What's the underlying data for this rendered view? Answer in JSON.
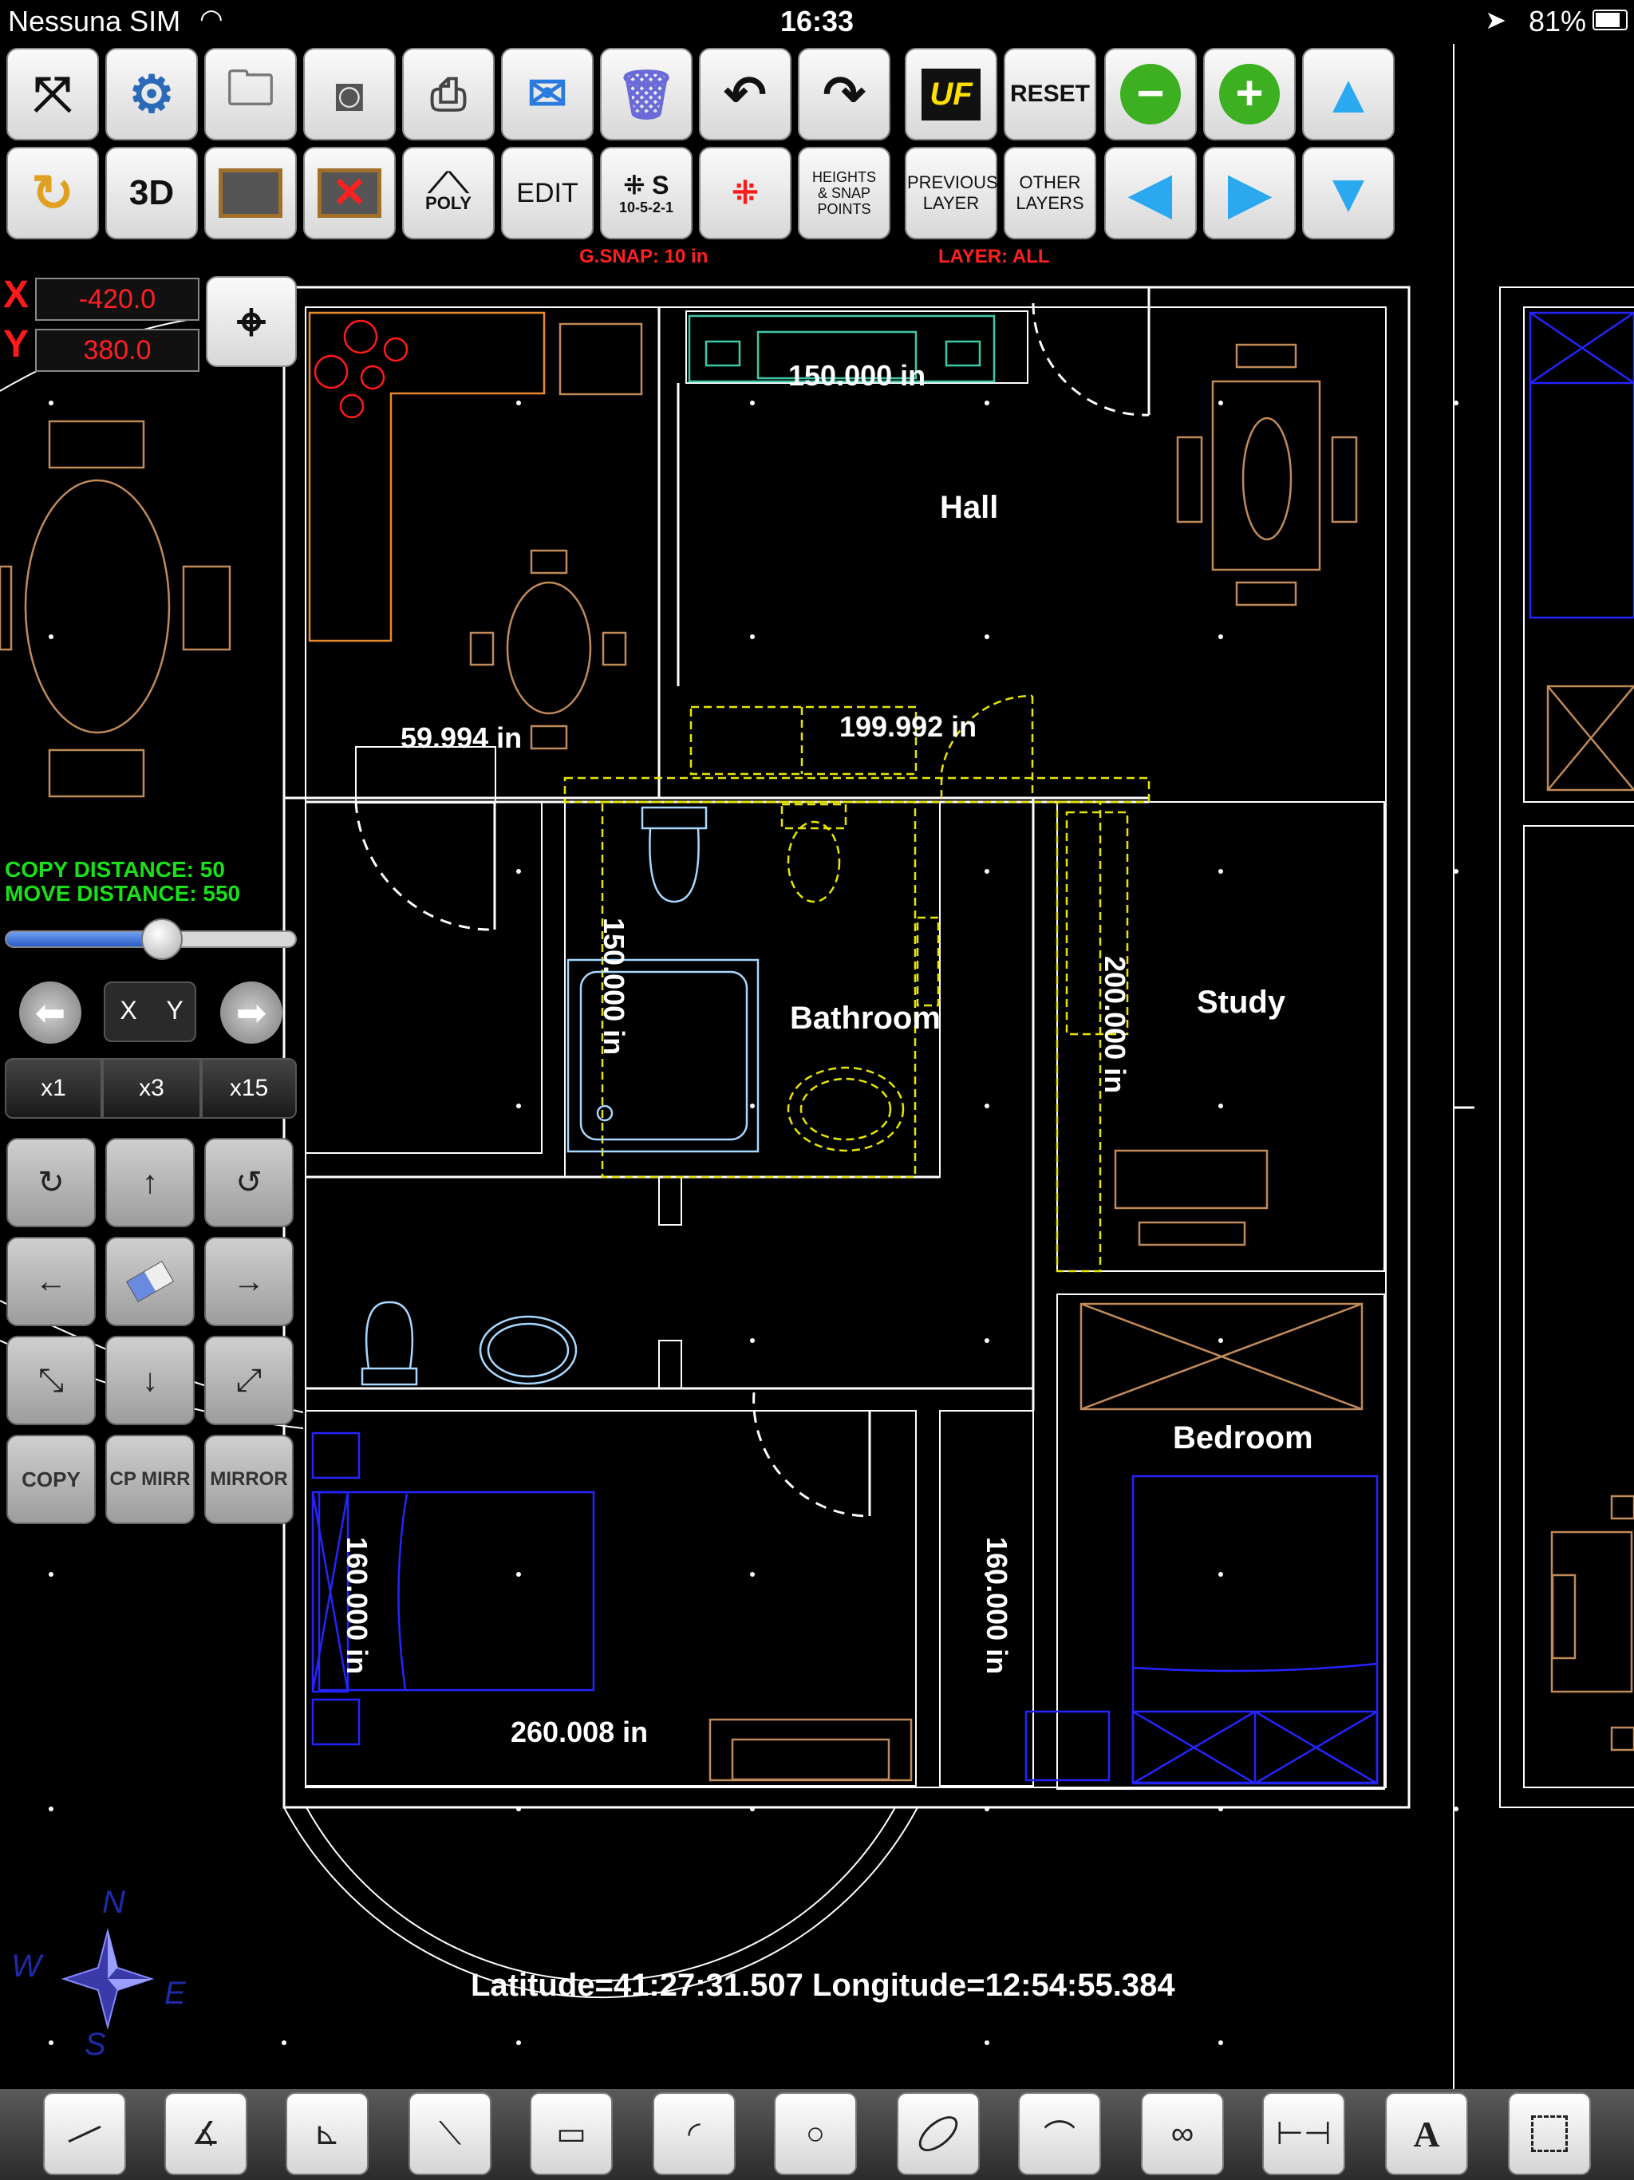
{
  "status": {
    "carrier": "Nessuna SIM",
    "time": "16:33",
    "battery": "81%"
  },
  "toolbar": {
    "uf": "UF",
    "reset": "RESET",
    "threeD": "3D",
    "poly": "POLY",
    "edit": "EDIT",
    "snap_s": "S",
    "snap_nums": "10-5-2-1",
    "heights": "HEIGHTS & SNAP POINTS",
    "previous_layer": "PREVIOUS LAYER",
    "other_layers": "OTHER LAYERS"
  },
  "indicators": {
    "gsnap": "G.SNAP: 10 in",
    "layer": "LAYER: ALL"
  },
  "coords": {
    "x_label": "X",
    "x_value": "-420.0",
    "y_label": "Y",
    "y_value": "380.0"
  },
  "panel": {
    "copy_distance": "COPY DISTANCE: 50",
    "move_distance": "MOVE DISTANCE: 550",
    "slider_fraction": 0.54,
    "axis_x": "X",
    "axis_y": "Y",
    "multipliers": [
      "x1",
      "x3",
      "x15"
    ],
    "copy": "COPY",
    "cp_mirr": "CP MIRR",
    "mirror": "MIRROR"
  },
  "plan": {
    "rooms": {
      "hall": "Hall",
      "bathroom": "Bathroom",
      "study": "Study",
      "bedroom": "Bedroom"
    },
    "dimensions": {
      "d1": "150.000 in",
      "d2": "59.994 in",
      "d3": "199.992 in",
      "d4": "150.000 in",
      "d5": "200.000 in",
      "d6": "160.000 in",
      "d7": "160.000 in",
      "d8": "260.008 in"
    },
    "geo": "Latitude=41:27:31.507 Longitude=12:54:55.384",
    "compass": {
      "n": "N",
      "s": "S",
      "e": "E",
      "w": "W"
    }
  },
  "bottom_tools": [
    "line-icon",
    "angle-icon",
    "perpendicular-icon",
    "offset-line-icon",
    "rectangle-icon",
    "arc-icon",
    "circle-icon",
    "ellipse-icon",
    "curve-icon",
    "infinity-icon",
    "dimension-icon",
    "text-icon",
    "select-rect-icon"
  ],
  "text_tool": "A"
}
